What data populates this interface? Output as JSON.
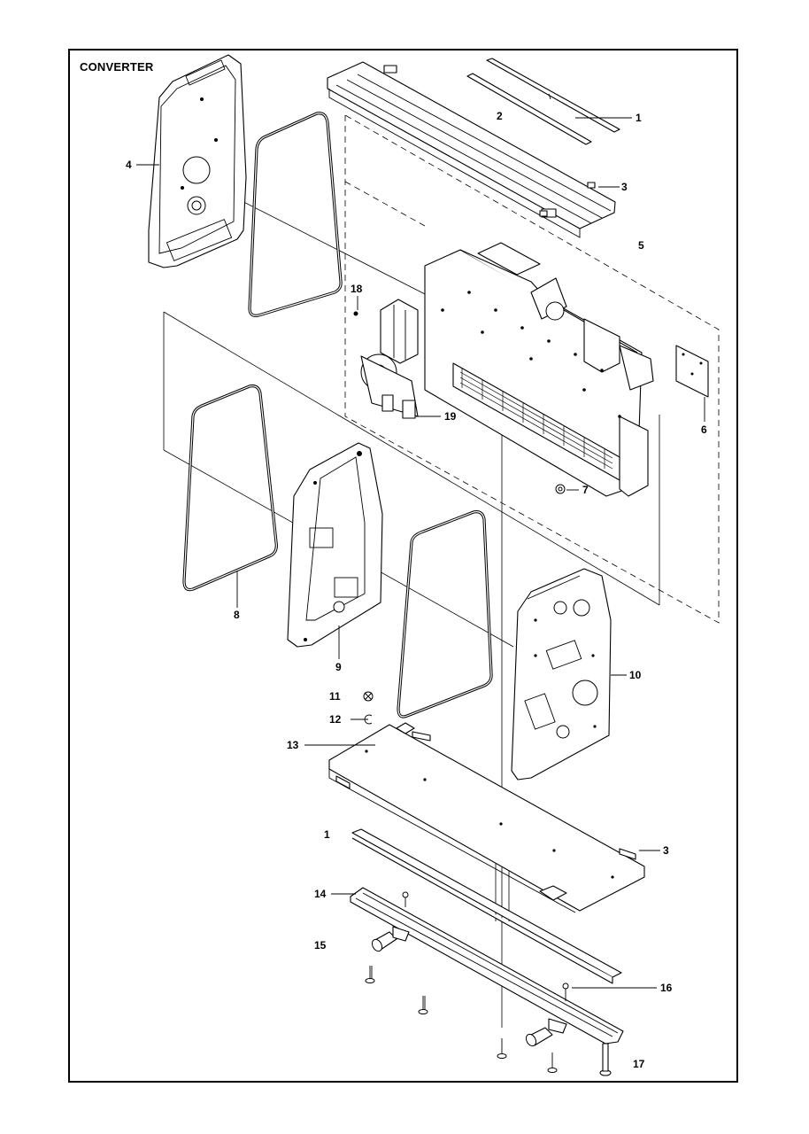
{
  "title": "CONVERTER",
  "callouts": [
    {
      "id": "c1a",
      "text": "1"
    },
    {
      "id": "c2",
      "text": "2"
    },
    {
      "id": "c3a",
      "text": "3"
    },
    {
      "id": "c4",
      "text": "4"
    },
    {
      "id": "c5",
      "text": "5"
    },
    {
      "id": "c18",
      "text": "18"
    },
    {
      "id": "c19",
      "text": "19"
    },
    {
      "id": "c6",
      "text": "6"
    },
    {
      "id": "c7",
      "text": "7"
    },
    {
      "id": "c8",
      "text": "8"
    },
    {
      "id": "c9",
      "text": "9"
    },
    {
      "id": "c10",
      "text": "10"
    },
    {
      "id": "c11",
      "text": "11"
    },
    {
      "id": "c12",
      "text": "12"
    },
    {
      "id": "c13",
      "text": "13"
    },
    {
      "id": "c1b",
      "text": "1"
    },
    {
      "id": "c3b",
      "text": "3"
    },
    {
      "id": "c14",
      "text": "14"
    },
    {
      "id": "c15",
      "text": "15"
    },
    {
      "id": "c16",
      "text": "16"
    },
    {
      "id": "c17",
      "text": "17"
    }
  ]
}
